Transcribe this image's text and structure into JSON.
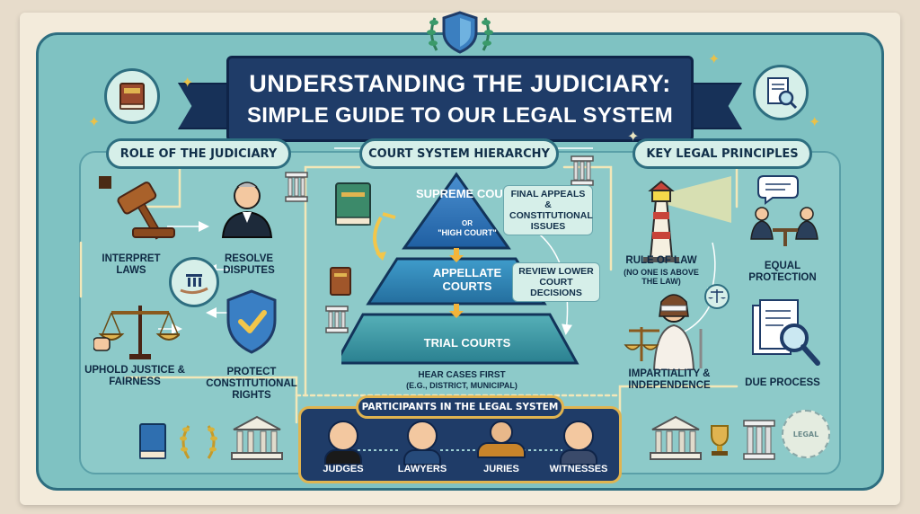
{
  "title": {
    "line1": "UNDERSTANDING THE JUDICIARY:",
    "line2": "SIMPLE GUIDE TO OUR LEGAL SYSTEM"
  },
  "sections": {
    "role": {
      "heading": "ROLE OF THE JUDICIARY",
      "items": {
        "interpret": "INTERPRET LAWS",
        "resolve": "RESOLVE DISPUTES",
        "uphold": "UPHOLD JUSTICE & FAIRNESS",
        "protect": "PROTECT CONSTITUTIONAL RIGHTS"
      }
    },
    "hierarchy": {
      "heading": "COURT SYSTEM HIERARCHY",
      "supreme": "SUPREME COURT",
      "supreme_or": "OR",
      "supreme_alt": "\"HIGH COURT\"",
      "appellate": "APPELLATE COURTS",
      "trial": "TRIAL COURTS",
      "note_supreme": "FINAL APPEALS & CONSTITUTIONAL ISSUES",
      "note_appellate": "REVIEW LOWER COURT DECISIONS",
      "note_trial_line1": "HEAR CASES FIRST",
      "note_trial_line2": "(E.G., DISTRICT, MUNICIPAL)"
    },
    "principles": {
      "heading": "KEY LEGAL PRINCIPLES",
      "items": {
        "rule_of_law": "RULE OF LAW",
        "rule_of_law_note": "(NO ONE IS ABOVE THE LAW)",
        "equal": "EQUAL PROTECTION",
        "impartiality": "IMPARTIALITY & INDEPENDENCE",
        "due_process": "DUE PROCESS"
      }
    },
    "participants": {
      "heading": "PARTICIPANTS IN THE LEGAL SYSTEM",
      "items": [
        "JUDGES",
        "LAWYERS",
        "JURIES",
        "WITNESSES"
      ]
    }
  },
  "seal": "LEGAL",
  "colors": {
    "navy": "#1f3c68",
    "teal": "#7fc2c2",
    "gold": "#e0b450",
    "pyramid_top": "#2f6fb0",
    "pyramid_mid": "#2f86b8",
    "pyramid_bottom": "#3a9aa8"
  }
}
